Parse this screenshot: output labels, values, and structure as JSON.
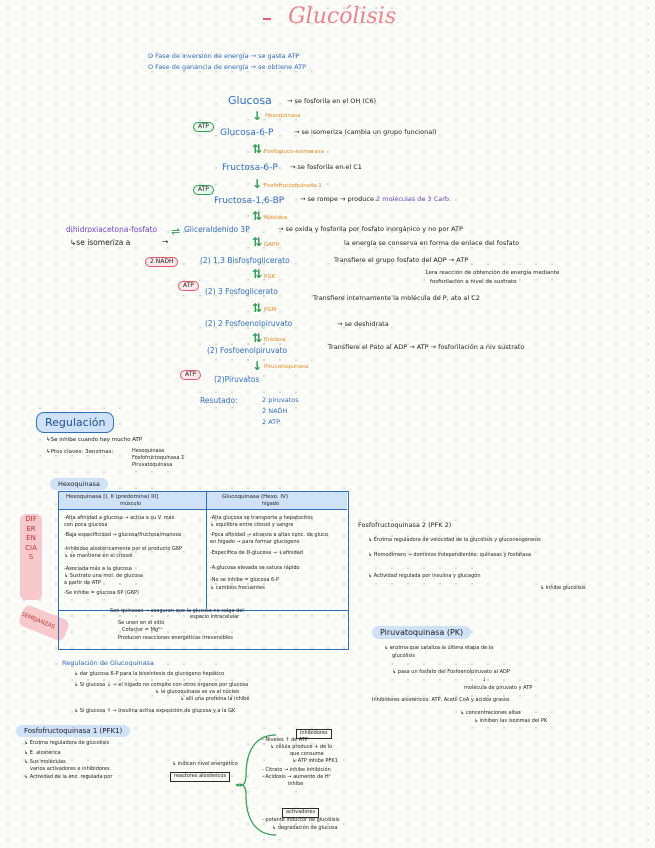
{
  "title": "Glucólisis",
  "phases": [
    "O Fase de inversión de energía → se gasta ATP",
    "O Fase de ganancia de energía → se obtiene ATP"
  ],
  "pathway": {
    "glucosa": "Glucosa",
    "glucosa_note": "→ se fosforila en el OH (C6)",
    "hexoquinasa": "Hexoquinasa",
    "g6p": "Glucosa-6-P",
    "g6p_note": "→ se isomeriza (cambia un grupo funcional)",
    "fosfogluco_isomerasa": "Fosfogluco-isomerasa",
    "f6p": "Fructosa-6-P",
    "f6p_note": "→ se fosforila en el C1",
    "pfk1": "Fosfofructoquinasa-1",
    "f16bp": "Fructosa-1,6-BP",
    "f16bp_note_a": "→ se rompe → produce",
    "f16bp_note_b": "2 moléculas de 3 Carb.",
    "aldolasa": "Aldolasa",
    "dhap": "dihidroxiacetona-fosfato",
    "g3p": "Gliceraldehido 3P",
    "g3p_note": "→ se oxida y fosforila por fosfato inorgánico y no por ATP",
    "isomeriza": "↳se isomeriza a",
    "gapdh": "GAPH",
    "energia_note": "la energía se conserva en forma de enlace del fosfato",
    "nadh": "2 NADH",
    "bpg": "(2) 1,3 Bisfosfoglicerato",
    "bpg_note": "Transfiere el grupo fosfato del ADP → ATP",
    "reaccion_1": "1era reacción de obtención de energía mediante",
    "reaccion_2": "fosforilación a nivel de sustrato",
    "pgk": "PGK",
    "pg3": "(2) 3 Fosfoglicerato",
    "pg3_note": "Transfiere internamente la molécula de P, ato al C2",
    "pgm": "PGM",
    "pg2": "(2) 2 Fosfoenolpiruvato",
    "pg2_note": "→ se deshidrata",
    "enolasa": "Enolasa",
    "pep": "(2) Fosfoenolpiruvato",
    "pep_note": "Transfiere el Pato al ADP → ATP → fosforilación a niv sustrato",
    "piruvatoquinasa": "Piruvatoquinasa",
    "piruvatos": "(2)Piruvatos",
    "atp": "ATP",
    "resultado_label": "Resutado:",
    "resultado": [
      "2 piruvatos",
      "2 NADH",
      "2 ATP"
    ]
  },
  "regulacion": {
    "title": "Regulación",
    "line1": "↳Se inhibe cuando hay mucho ATP",
    "line2": "↳Ptos claves: 3enzimas:",
    "enzimas": [
      "Hexoquinasa",
      "Fosfofructoquinasa 1",
      "Piruvatoquinasa"
    ]
  },
  "hexoquinasa_section": {
    "title": "Hexoquinasa",
    "col1_title": "Hexoquinasa [I, II (predomina) III]",
    "col1_sub": "músculo",
    "col2_title": "Glucoquinasa (Hexo. IV)",
    "col2_sub": "hígado",
    "diferencias": "DIFERENCIAS",
    "semejanzas": "SEMEJANZAS",
    "col1_items": [
      "-Alta afinidad a glucosa → actúa a su V. máx",
      "con poca glucosa",
      "-Baja especificidad → glucosa/fructosa/manosa",
      "-Inhibidas alostéricamente por el producto G6P",
      "  ↳ se mantiene en el citosol",
      "-Asociada más a la glucosa",
      "  ↳ Sustrato una mol. de glucosa",
      "     a partir de ATP",
      "-Se inhibe = glucosa 6P (G6P)"
    ],
    "col2_items": [
      "-Alta glucosa se transporta a hepatocitos",
      "  ↳ equilibra entre citosol y sangre",
      "-Poca afinidad → alcanza a altas conc. de gluco",
      "  en hígado → para formar glucógeno",
      "-Específica de D-glucosa → ↓afinidad",
      "-A glucosa elevada se satura rápido",
      "-No se inhibe = glucosa 6-P",
      "  ↳ cambios frecuentes"
    ],
    "semejanzas_items": [
      "Son quinasas → aseguran que la glucosa no salga del",
      "espacio intracelular",
      "Se unen en el sitio",
      "Cofactor = Mg²⁺",
      "Producen reacciones energéticas irreversibles"
    ]
  },
  "reg_glucoquinasa": {
    "title": "Regulación de Glucoquinasa",
    "items": [
      "↳ dar glucosa 6-P para la biosíntesis de glucógeno hepático",
      "↳ Si glucosa ↓ → el hígado no compite con otros órganos por glucosa",
      "↳ la glucoquinasa se va al núcleo",
      "↳ allí una proteína la inhibe",
      "↳ Si glucosa ↑ → Insulina activa exposición de glucosa y a la GK"
    ]
  },
  "pfk2": {
    "title": "Fosfofructoquinasa 2 (PFK 2)",
    "items": [
      "↳ Enzima reguladora de velocidad de la glucólisis y gluconeogénesis",
      "↳ Homodímero → dominios independientes: quinasas y fosfatasa",
      "↳ Actividad regulada por insulina y glucagón",
      "↳ inhibe glucólisis"
    ]
  },
  "piruvatoquinasa_section": {
    "title": "Piruvatoquinasa (PK)",
    "items": [
      "↳ enzima que cataliza la última etapa de la",
      "glucólisis",
      "↳ pasa un fosfato del Fosfoenolpiruvato al ADP",
      "↓",
      "molécula de piruvato y ATP",
      "Inhibidores alostéricos: ATP, Acetil CoA y ácidos grasos",
      "↳ concentraciones altas",
      "↳ inhiben las isozimas del PK"
    ]
  },
  "pfk1": {
    "title": "Fosfofructoquinasa 1 (PFK1)",
    "items": [
      "↳ Enzima reguladora de glucolisis",
      "↳ E. alostérica",
      "↳ Sus moléculas",
      "varios activadores e inhibidores",
      "↳ Actividad de la enz. regulada por",
      "↳ indican nivel energético",
      "reactores alostéricos"
    ],
    "inhibidores_box": "inhibidores",
    "activadores_box": "activadores",
    "inhib_items": [
      "- Niveles ↑ de ATP",
      "↳ célula produce + de lo",
      "que consume",
      "↳ ATP inhibe PFK1",
      "- Citrato → inhibe inhibición",
      "- Acidosis → aumento de H⁺",
      "  inhibe"
    ],
    "activ_items": [
      "- potente inductor de glucólisis",
      "↳ degradación de glucosa"
    ]
  }
}
